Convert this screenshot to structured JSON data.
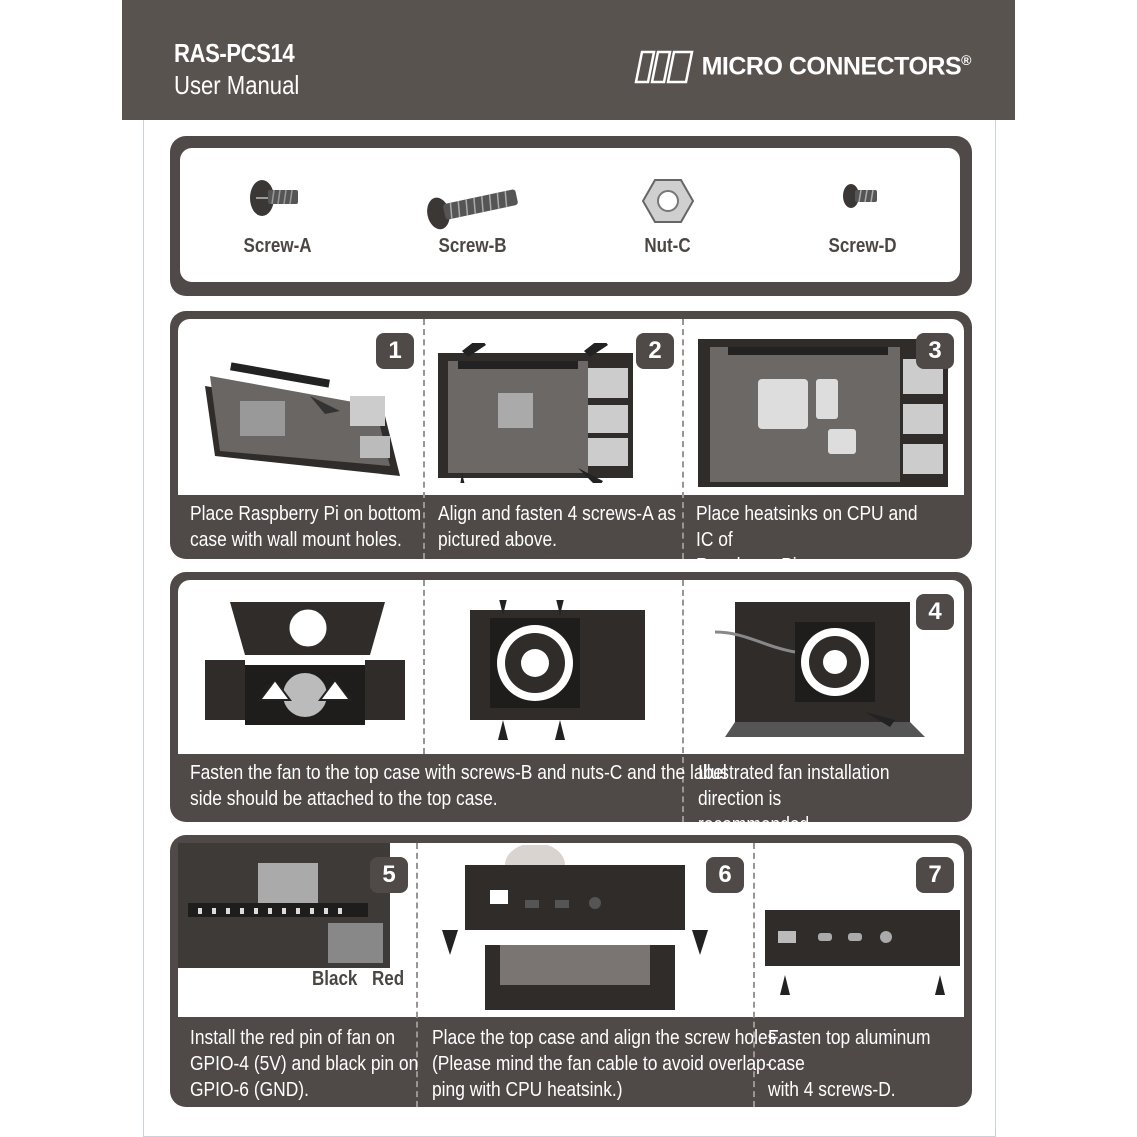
{
  "header": {
    "doc_code": "RAS-PCS14",
    "doc_subtitle": "User Manual",
    "brand_name": "MICRO CONNECTORS",
    "brand_mark": "®",
    "bg_color": "#58534f"
  },
  "parts": [
    {
      "label": "Screw-A",
      "icon": "flat-head-screw-icon"
    },
    {
      "label": "Screw-B",
      "icon": "long-screw-icon"
    },
    {
      "label": "Nut-C",
      "icon": "hex-nut-icon"
    },
    {
      "label": "Screw-D",
      "icon": "small-screw-icon"
    }
  ],
  "steps": {
    "s1": {
      "number": "1",
      "caption": "Place Raspberry Pi on bottom\ncase with wall mount holes."
    },
    "s2": {
      "number": "2",
      "caption": "Align and fasten 4 screws-A as\npictured above."
    },
    "s3": {
      "number": "3",
      "caption": "Place heatsinks on CPU and IC of\nRaspberry Pi."
    },
    "fan": {
      "caption": "Fasten the fan to the top case with screws-B and nuts-C and the label\nside should be attached to the top case."
    },
    "s4": {
      "number": "4",
      "caption": "Illustrated fan installation direction is\nrecommended."
    },
    "s5": {
      "number": "5",
      "caption": "Install the red pin of fan on\nGPIO-4 (5V) and black pin on\nGPIO-6 (GND).",
      "label_black": "Black",
      "label_red": "Red"
    },
    "s6": {
      "number": "6",
      "caption": "Place the top case and align the screw holes.\n(Please mind the fan cable to avoid overlap-\nping with CPU heatsink.)"
    },
    "s7": {
      "number": "7",
      "caption": "Fasten top aluminum case\nwith 4 screws-D."
    }
  },
  "colors": {
    "panel": "#4f4a47",
    "accent": "#ffffff"
  }
}
